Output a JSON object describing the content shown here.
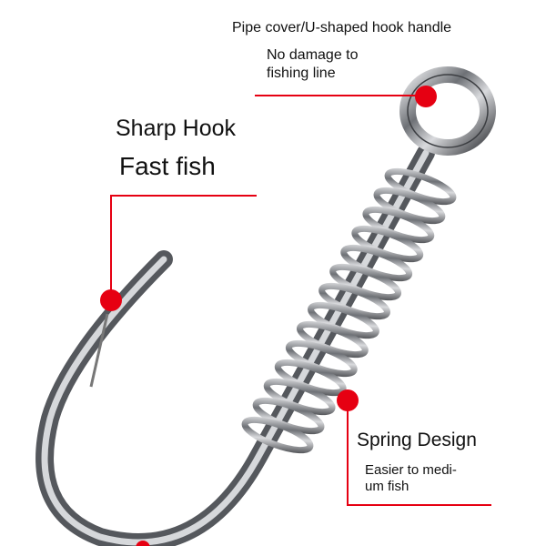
{
  "labels": {
    "pipe_cover": "Pipe cover/U-shaped hook handle",
    "no_damage_line1": "No damage to",
    "no_damage_line2": "fishing line",
    "sharp_hook": "Sharp Hook",
    "fast_fish": "Fast fish",
    "spring_design": "Spring Design",
    "easier_line1": "Easier to medi-",
    "easier_line2": "um fish"
  },
  "colors": {
    "accent": "#e60012",
    "metal": "#8a8d92"
  }
}
